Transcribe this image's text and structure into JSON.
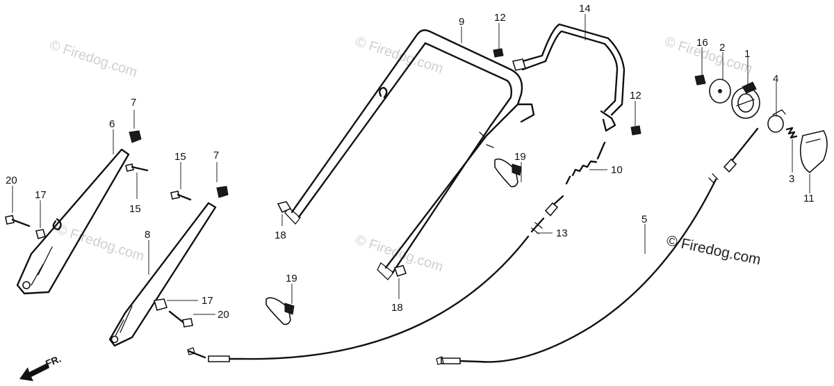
{
  "watermark": "© Firedog.com",
  "watermark_faint": "© Firedog.com",
  "front_label": "FR.",
  "callouts": {
    "c1": "1",
    "c2": "2",
    "c3": "3",
    "c4": "4",
    "c5": "5",
    "c6": "6",
    "c7a": "7",
    "c7b": "7",
    "c8": "8",
    "c9": "9",
    "c10": "10",
    "c11": "11",
    "c12a": "12",
    "c12b": "12",
    "c13": "13",
    "c14": "14",
    "c15a": "15",
    "c15b": "15",
    "c16": "16",
    "c17a": "17",
    "c17b": "17",
    "c18a": "18",
    "c18b": "18",
    "c19a": "19",
    "c19b": "19",
    "c20a": "20",
    "c20b": "20"
  }
}
